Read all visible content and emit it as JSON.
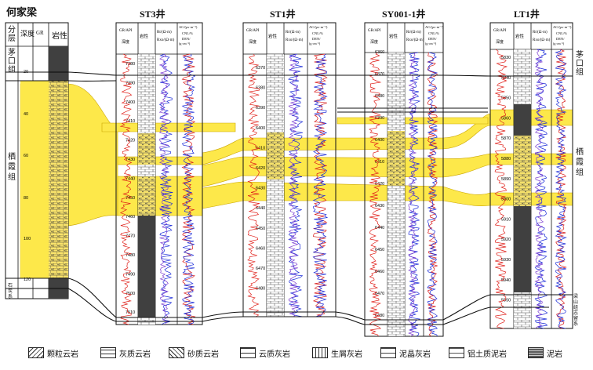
{
  "wells": [
    {
      "id": "hjl",
      "name": "何家梁"
    },
    {
      "id": "st3",
      "name": "ST3井"
    },
    {
      "id": "st1",
      "name": "ST1井"
    },
    {
      "id": "sy001",
      "name": "SY001-1井"
    },
    {
      "id": "lt1",
      "name": "LT1井"
    }
  ],
  "headers": {
    "fenceng": "分层",
    "shendu": "深度",
    "gr": "GR",
    "yanxing": "岩性",
    "grapi": "GR/API",
    "depth": "深度",
    "rt": "Rt/(Ω·m)",
    "rxo": "Rxo/(Ω·m)",
    "ac": "AC/(μs·m⁻¹)",
    "cnl": "CNL/%",
    "den": "DEN/",
    "den_unit": "(g·cm⁻³)"
  },
  "strata": {
    "maokou": "茅口组",
    "qixia": "栖霞组",
    "shiqian": "石炭系",
    "lt1_lower_a": "梁山组",
    "lt1_lower_b": "志留系"
  },
  "hjl_depths": [
    "20",
    "40",
    "60",
    "80",
    "100",
    "120"
  ],
  "st3_depths": [
    "7380",
    "7390",
    "7400",
    "7410",
    "7420",
    "7430",
    "7440",
    "7450",
    "7460",
    "7470",
    "7480",
    "7490",
    "7500",
    "7510"
  ],
  "st1_depths": [
    "6370",
    "6380",
    "6390",
    "6400",
    "6410",
    "6420",
    "6430",
    "6440",
    "6450",
    "6460",
    "6470",
    "6480"
  ],
  "sy001_depths": [
    "6360",
    "6370",
    "6380",
    "6390",
    "6400",
    "6410",
    "6420",
    "6430",
    "6440",
    "6450",
    "6460",
    "6470",
    "6480"
  ],
  "lt1_depths": [
    "5830",
    "5840",
    "5850",
    "5860",
    "5870",
    "5880",
    "5890",
    "5900",
    "5910",
    "5920",
    "5930",
    "5940",
    "5950"
  ],
  "legend": [
    {
      "label": "颗粒云岩",
      "pattern": "grain-dolo"
    },
    {
      "label": "灰质云岩",
      "pattern": "calc-dolo"
    },
    {
      "label": "砂质云岩",
      "pattern": "sand-dolo"
    },
    {
      "label": "云质灰岩",
      "pattern": "dolo-lime"
    },
    {
      "label": "生屑灰岩",
      "pattern": "bio-lime"
    },
    {
      "label": "泥晶灰岩",
      "pattern": "micrite"
    },
    {
      "label": "铝土质泥岩",
      "pattern": "bauxite"
    },
    {
      "label": "泥岩",
      "pattern": "mudstone"
    }
  ],
  "colors": {
    "band": "#fde84a",
    "band_edge": "#caa500",
    "gr_curve": "#e0201a",
    "rt_curve": "#1a2ad8",
    "den_curve": "#d81a1a"
  }
}
